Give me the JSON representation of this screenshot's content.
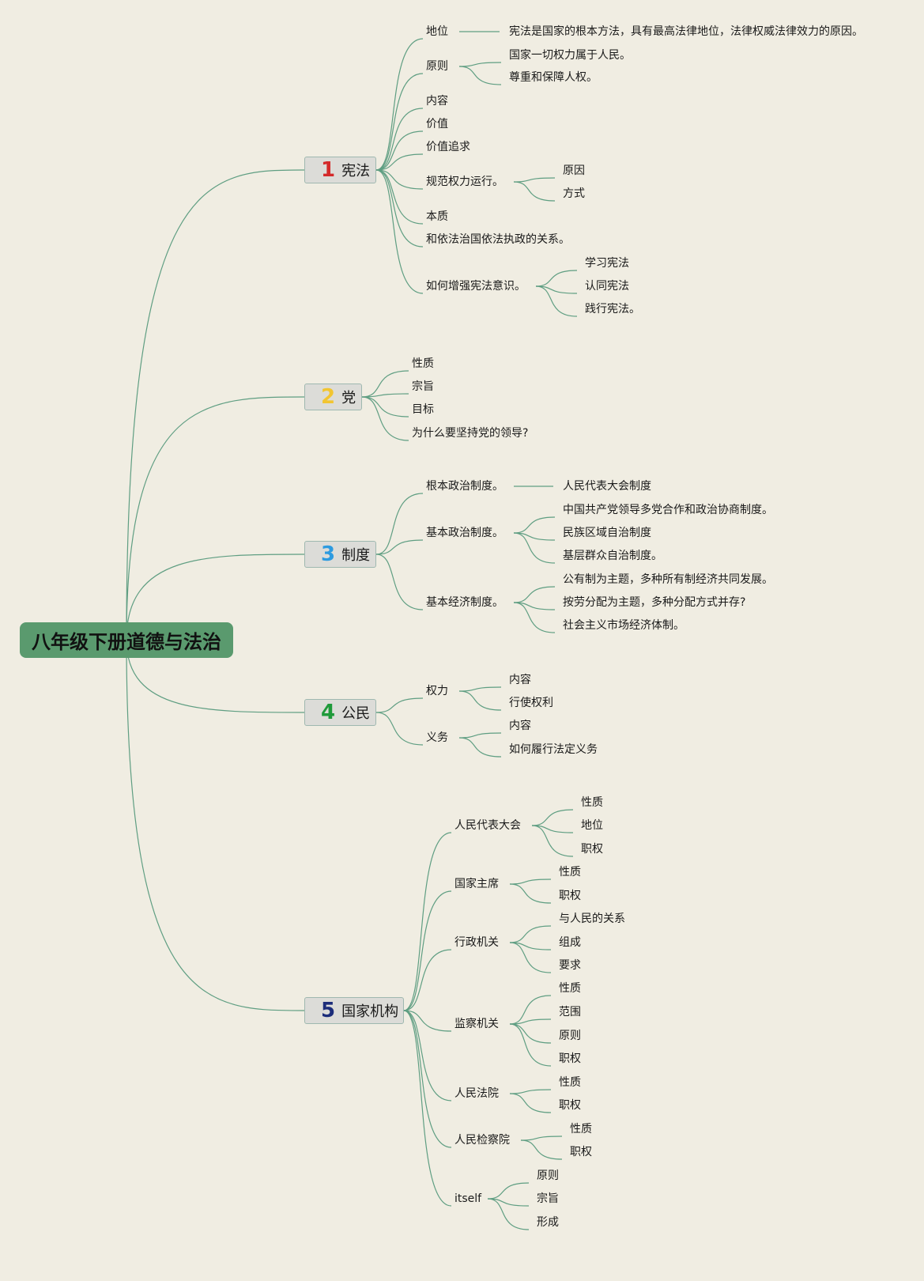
{
  "colors": {
    "background": "#f0ede2",
    "root": "#5a9a6e",
    "line": "#5f9e82",
    "branch_bg": "#dcdcd8"
  },
  "root": {
    "label": "八年级下册道德与法治"
  },
  "branches": [
    {
      "num": "1",
      "color": "#d42a2a",
      "label": "宪法",
      "children": [
        {
          "label": "地位",
          "children": [
            "宪法是国家的根本方法，具有最高法律地位，法律权威法律效力的原因。"
          ]
        },
        {
          "label": "原则",
          "children": [
            "国家一切权力属于人民。",
            "尊重和保障人权。"
          ]
        },
        {
          "label": "内容",
          "children": []
        },
        {
          "label": "价值",
          "children": []
        },
        {
          "label": "价值追求",
          "children": []
        },
        {
          "label": "规范权力运行。",
          "children": [
            "原因",
            "方式"
          ]
        },
        {
          "label": "本质",
          "children": []
        },
        {
          "label": "和依法治国依法执政的关系。",
          "children": []
        },
        {
          "label": "如何增强宪法意识。",
          "children": [
            "学习宪法",
            "认同宪法",
            "践行宪法。"
          ]
        }
      ]
    },
    {
      "num": "2",
      "color": "#f2c531",
      "label": "党",
      "children": [
        {
          "label": "性质",
          "children": []
        },
        {
          "label": "宗旨",
          "children": []
        },
        {
          "label": "目标",
          "children": []
        },
        {
          "label": "为什么要坚持党的领导?",
          "children": []
        }
      ]
    },
    {
      "num": "3",
      "color": "#2d9be0",
      "label": "制度",
      "children": [
        {
          "label": "根本政治制度。",
          "children": [
            "人民代表大会制度"
          ]
        },
        {
          "label": "基本政治制度。",
          "children": [
            "中国共产党领导多党合作和政治协商制度。",
            "民族区域自治制度",
            "基层群众自治制度。"
          ]
        },
        {
          "label": "基本经济制度。",
          "children": [
            "公有制为主题，多种所有制经济共同发展。",
            "按劳分配为主题，多种分配方式并存?",
            "社会主义市场经济体制。"
          ]
        }
      ]
    },
    {
      "num": "4",
      "color": "#1f9a3a",
      "label": "公民",
      "children": [
        {
          "label": "权力",
          "children": [
            "内容",
            "行使权利"
          ]
        },
        {
          "label": "义务",
          "children": [
            "内容",
            "如何履行法定义务"
          ]
        }
      ]
    },
    {
      "num": "5",
      "color": "#1c2d7a",
      "label": "国家机构",
      "children": [
        {
          "label": "人民代表大会",
          "children": [
            "性质",
            "地位",
            "职权"
          ]
        },
        {
          "label": "国家主席",
          "children": [
            "性质",
            "职权"
          ]
        },
        {
          "label": "行政机关",
          "children": [
            "与人民的关系",
            "组成",
            "要求"
          ]
        },
        {
          "label": "监察机关",
          "children": [
            "性质",
            "范围",
            "原则",
            "职权"
          ]
        },
        {
          "label": "人民法院",
          "children": [
            "性质",
            "职权"
          ]
        },
        {
          "label": "人民检察院",
          "children": [
            "性质",
            "职权"
          ]
        },
        {
          "label": "itself",
          "children": [
            "原则",
            "宗旨",
            "形成"
          ]
        }
      ]
    }
  ]
}
